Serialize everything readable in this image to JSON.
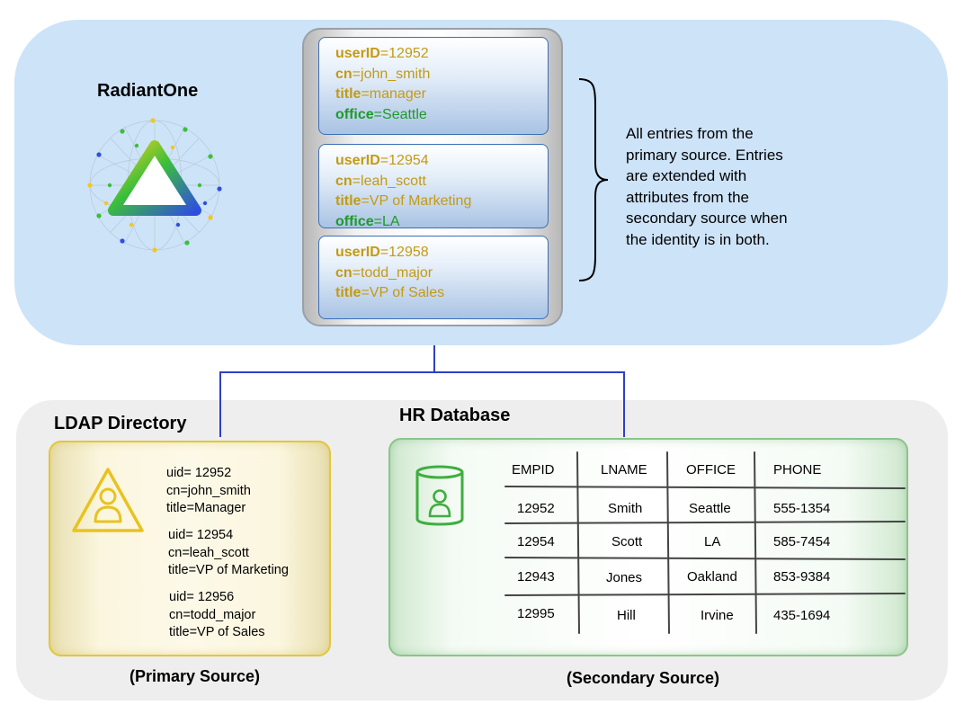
{
  "top": {
    "brand": "RadiantOne",
    "entries": [
      {
        "userid_key": "userID",
        "userid_val": "=12952",
        "cn_key": "cn",
        "cn_val": "=john_smith",
        "title_key": "title",
        "title_val": "=manager",
        "office_key": "office",
        "office_val": "=Seattle"
      },
      {
        "userid_key": "userID",
        "userid_val": "=12954",
        "cn_key": "cn",
        "cn_val": "=leah_scott",
        "title_key": "title",
        "title_val": "=VP of Marketing",
        "office_key": "office",
        "office_val": "=LA"
      },
      {
        "userid_key": "userID",
        "userid_val": "=12958",
        "cn_key": "cn",
        "cn_val": "=todd_major",
        "title_key": "title",
        "title_val": "=VP of Sales"
      }
    ],
    "description": [
      "All entries from the",
      "primary source. Entries",
      "are extended with",
      "attributes from the",
      "secondary source when",
      "the identity is in both."
    ]
  },
  "ldap": {
    "title": "LDAP Directory",
    "source_label": "(Primary Source)",
    "entries": [
      [
        "uid= 12952",
        "cn=john_smith",
        "title=Manager"
      ],
      [
        "uid= 12954",
        "cn=leah_scott",
        "title=VP of Marketing"
      ],
      [
        "uid= 12956",
        "cn=todd_major",
        "title=VP of Sales"
      ]
    ]
  },
  "hr": {
    "title": "HR Database",
    "source_label": "(Secondary Source)",
    "headers": [
      "EMPID",
      "LNAME",
      "OFFICE",
      "PHONE"
    ],
    "rows": [
      [
        "12952",
        "Smith",
        "Seattle",
        "555-1354"
      ],
      [
        "12954",
        "Scott",
        "LA",
        "585-7454"
      ],
      [
        "12943",
        "Jones",
        "Oakland",
        "853-9384"
      ],
      [
        "12995",
        "Hill",
        "Irvine",
        "435-1694"
      ]
    ]
  },
  "colors": {
    "top_panel": "#cde3f8",
    "bottom_panel": "#eeeeee",
    "connector": "#2f3fc4",
    "attr_gold": "#c49a14",
    "attr_green": "#1f9a2a",
    "ldap_accent": "#e8c320",
    "hr_accent": "#3fae3f"
  }
}
